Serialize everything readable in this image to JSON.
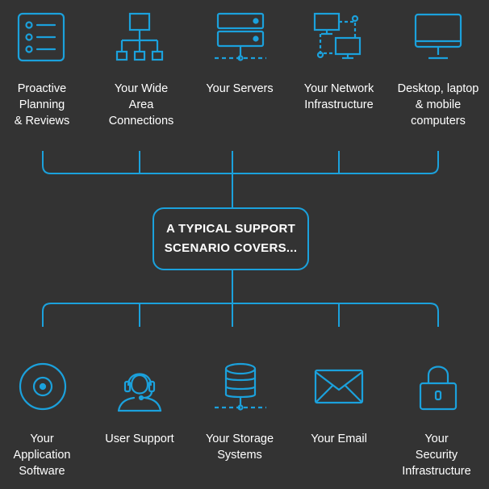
{
  "colors": {
    "background": "#333333",
    "accent": "#1ba1dc",
    "text": "#ffffff"
  },
  "center": {
    "text": "A TYPICAL SUPPORT\nSCENARIO COVERS..."
  },
  "top_items": [
    {
      "label": "Proactive\nPlanning\n& Reviews",
      "icon": "checklist-icon"
    },
    {
      "label": "Your Wide\nArea\nConnections",
      "icon": "network-hierarchy-icon"
    },
    {
      "label": "Your Servers",
      "icon": "server-rack-icon"
    },
    {
      "label": "Your Network\nInfrastructure",
      "icon": "connected-computers-icon"
    },
    {
      "label": "Desktop, laptop\n& mobile\ncomputers",
      "icon": "monitor-icon"
    }
  ],
  "bottom_items": [
    {
      "label": "Your\nApplication\nSoftware",
      "icon": "disc-icon"
    },
    {
      "label": "User Support",
      "icon": "headset-user-icon"
    },
    {
      "label": "Your Storage\nSystems",
      "icon": "database-icon"
    },
    {
      "label": "Your Email",
      "icon": "envelope-icon"
    },
    {
      "label": "Your\nSecurity\nInfrastructure",
      "icon": "padlock-icon"
    }
  ]
}
